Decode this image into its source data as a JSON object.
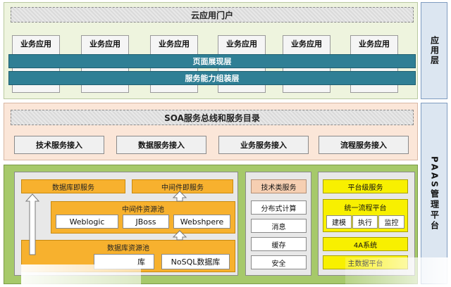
{
  "app_layer": {
    "portal": "云应用门户",
    "apps": [
      "业务应用",
      "业务应用",
      "业务应用",
      "业务应用",
      "业务应用",
      "业务应用"
    ],
    "presentation_band": "页面展现层",
    "assembly_band": "服务能力组装层"
  },
  "soa_layer": {
    "bus": "SOA服务总线和服务目录",
    "access": [
      "技术服务接入",
      "数据服务接入",
      "业务服务接入",
      "流程服务接入"
    ]
  },
  "paas_layer": {
    "db_service": "数据库即服务",
    "middleware_service": "中间件即服务",
    "middleware_pool": {
      "title": "中间件资源池",
      "items": [
        "Weblogic",
        "JBoss",
        "Webshpere"
      ]
    },
    "db_pool": {
      "title": "数据库资源池",
      "items": [
        "库",
        "NoSQL数据库"
      ]
    },
    "tech_services": {
      "title": "技术类服务",
      "items": [
        "分布式计算",
        "消息",
        "缓存",
        "安全"
      ]
    },
    "platform_services": {
      "title": "平台级服务",
      "workflow": "统一流程平台",
      "workflow_items": [
        "建模",
        "执行",
        "监控"
      ],
      "system_4a": "4A系统",
      "master_data": "主数据平台"
    }
  },
  "side_labels": {
    "app": "应用层",
    "paas": "PAAS管理平台"
  },
  "colors": {
    "app_bg": "#eef4de",
    "soa_bg": "#fbe6d8",
    "paas_bg": "#a6c96a",
    "band": "#2f7f95",
    "orange": "#f7b12e",
    "yellow": "#f8f000",
    "side": "#dce6f1"
  }
}
